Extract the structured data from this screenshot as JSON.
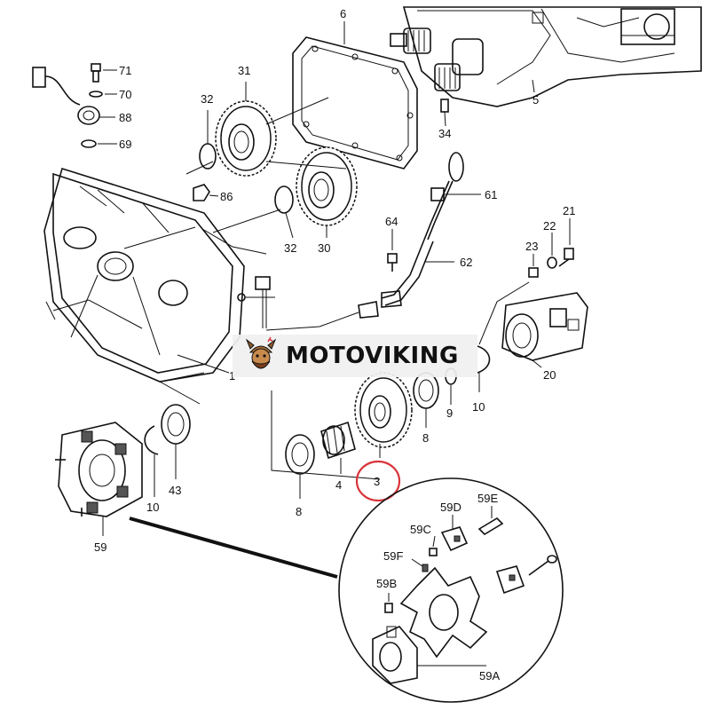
{
  "banner": {
    "text": "MOTOVIKING"
  },
  "colors": {
    "highlight": "#d9343b",
    "ink": "#111111",
    "banner_bg": "#f0f0f0"
  },
  "labels": {
    "p6": "6",
    "p5": "5",
    "p71": "71",
    "p70": "70",
    "p88": "88",
    "p69": "69",
    "p31": "31",
    "p32a": "32",
    "p34": "34",
    "p86": "86",
    "p32b": "32",
    "p30": "30",
    "p61": "61",
    "p64": "64",
    "p62": "62",
    "p21": "21",
    "p22": "22",
    "p23": "23",
    "p20": "20",
    "p1": "1",
    "p10a": "10",
    "p9": "9",
    "p8a": "8",
    "p3": "3",
    "p4": "4",
    "p8b": "8",
    "p43": "43",
    "p10b": "10",
    "p59": "59",
    "p59E": "59E",
    "p59D": "59D",
    "p59C": "59C",
    "p59F": "59F",
    "p59B": "59B",
    "p59A": "59A"
  }
}
